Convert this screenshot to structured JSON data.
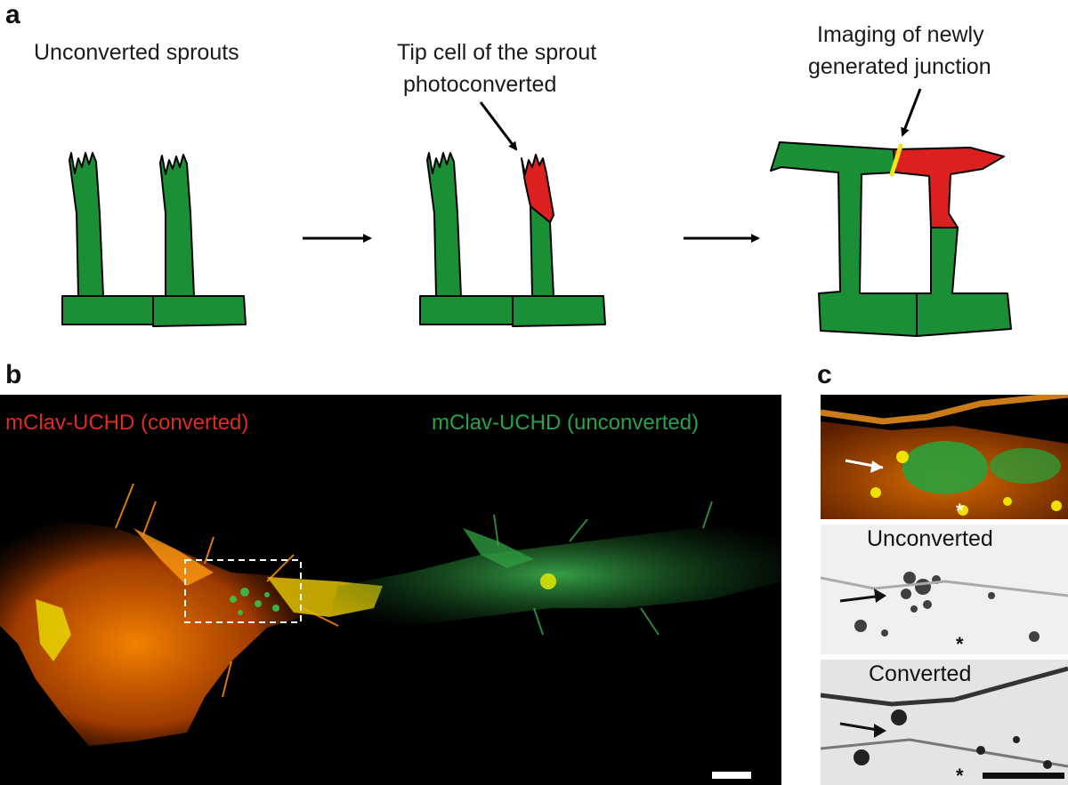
{
  "panels": {
    "a": {
      "letter": "a",
      "captions": {
        "step1": "Unconverted sprouts",
        "step2_line1": "Tip cell of the sprout",
        "step2_line2": "photoconverted",
        "step3_line1": "Imaging of newly",
        "step3_line2": "generated junction"
      },
      "colors": {
        "unconverted": "#1a8f35",
        "converted": "#dc2020",
        "junction": "#f2e21c",
        "outline": "#000000"
      }
    },
    "b": {
      "letter": "b",
      "label_converted": "mClav-UCHD (converted)",
      "label_unconverted": "mClav-UCHD (unconverted)",
      "colors": {
        "converted_label": "#e02a23",
        "unconverted_label": "#27a34a",
        "background": "#000000"
      }
    },
    "c": {
      "letter": "c",
      "label_unconverted": "Unconverted",
      "label_converted": "Converted",
      "asterisk": "*"
    }
  }
}
